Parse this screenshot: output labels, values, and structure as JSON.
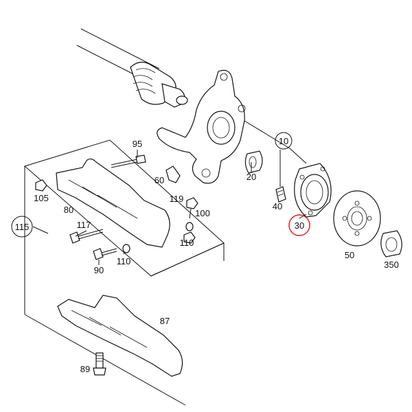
{
  "colors": {
    "line": "#111111",
    "highlight": "#e11d24",
    "background": "#ffffff"
  },
  "callouts": {
    "c10": "10",
    "c20": "20",
    "c30": "30",
    "c40": "40",
    "c50": "50",
    "c60": "60",
    "c80": "80",
    "c87": "87",
    "c89": "89",
    "c90": "90",
    "c95": "95",
    "c100": "100",
    "c105": "105",
    "c110a": "110",
    "c110b": "110",
    "c115": "115",
    "c117": "117",
    "c119": "119",
    "c350": "350"
  },
  "selected_callout": "30"
}
